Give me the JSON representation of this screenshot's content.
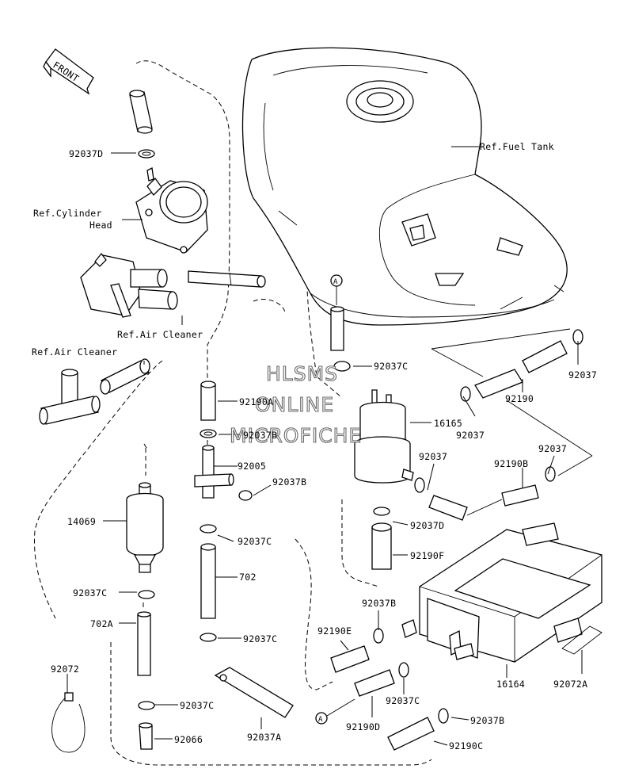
{
  "front_label": "FRONT",
  "refs": {
    "fuel_tank": "Ref.Fuel Tank",
    "cyl_head_1": "Ref.Cylinder",
    "cyl_head_2": "Head",
    "air_cleaner_1": "Ref.Air Cleaner",
    "air_cleaner_2": "Ref.Air Cleaner"
  },
  "watermark": [
    "HLSMS",
    "ONLINE",
    "MICROFICHE"
  ],
  "marker": "A",
  "parts": {
    "p92037D_top": "92037D",
    "p92190A": "92190A",
    "p92037B_a": "92037B",
    "p92005": "92005",
    "p92037B_b": "92037B",
    "p92037C_a": "92037C",
    "p702": "702",
    "p92037C_b": "92037C",
    "p92037C_c": "92037C",
    "p92066": "92066",
    "p92037A": "92037A",
    "p14069": "14069",
    "p92037C_left": "92037C",
    "p702A": "702A",
    "p92072": "92072",
    "p92037C_mid": "92037C",
    "p16165": "16165",
    "p92037_a": "92037",
    "p92037_b": "92037",
    "p92037_c": "92037",
    "p92037_d": "92037",
    "p92190": "92190",
    "p92190B": "92190B",
    "p92037D_mid": "92037D",
    "p92190F": "92190F",
    "p92037B_c": "92037B",
    "p92190E": "92190E",
    "p92037C_d": "92037C",
    "p92190D": "92190D",
    "p16164": "16164",
    "p92072A": "92072A",
    "p92037B_d": "92037B",
    "p92190C": "92190C"
  }
}
